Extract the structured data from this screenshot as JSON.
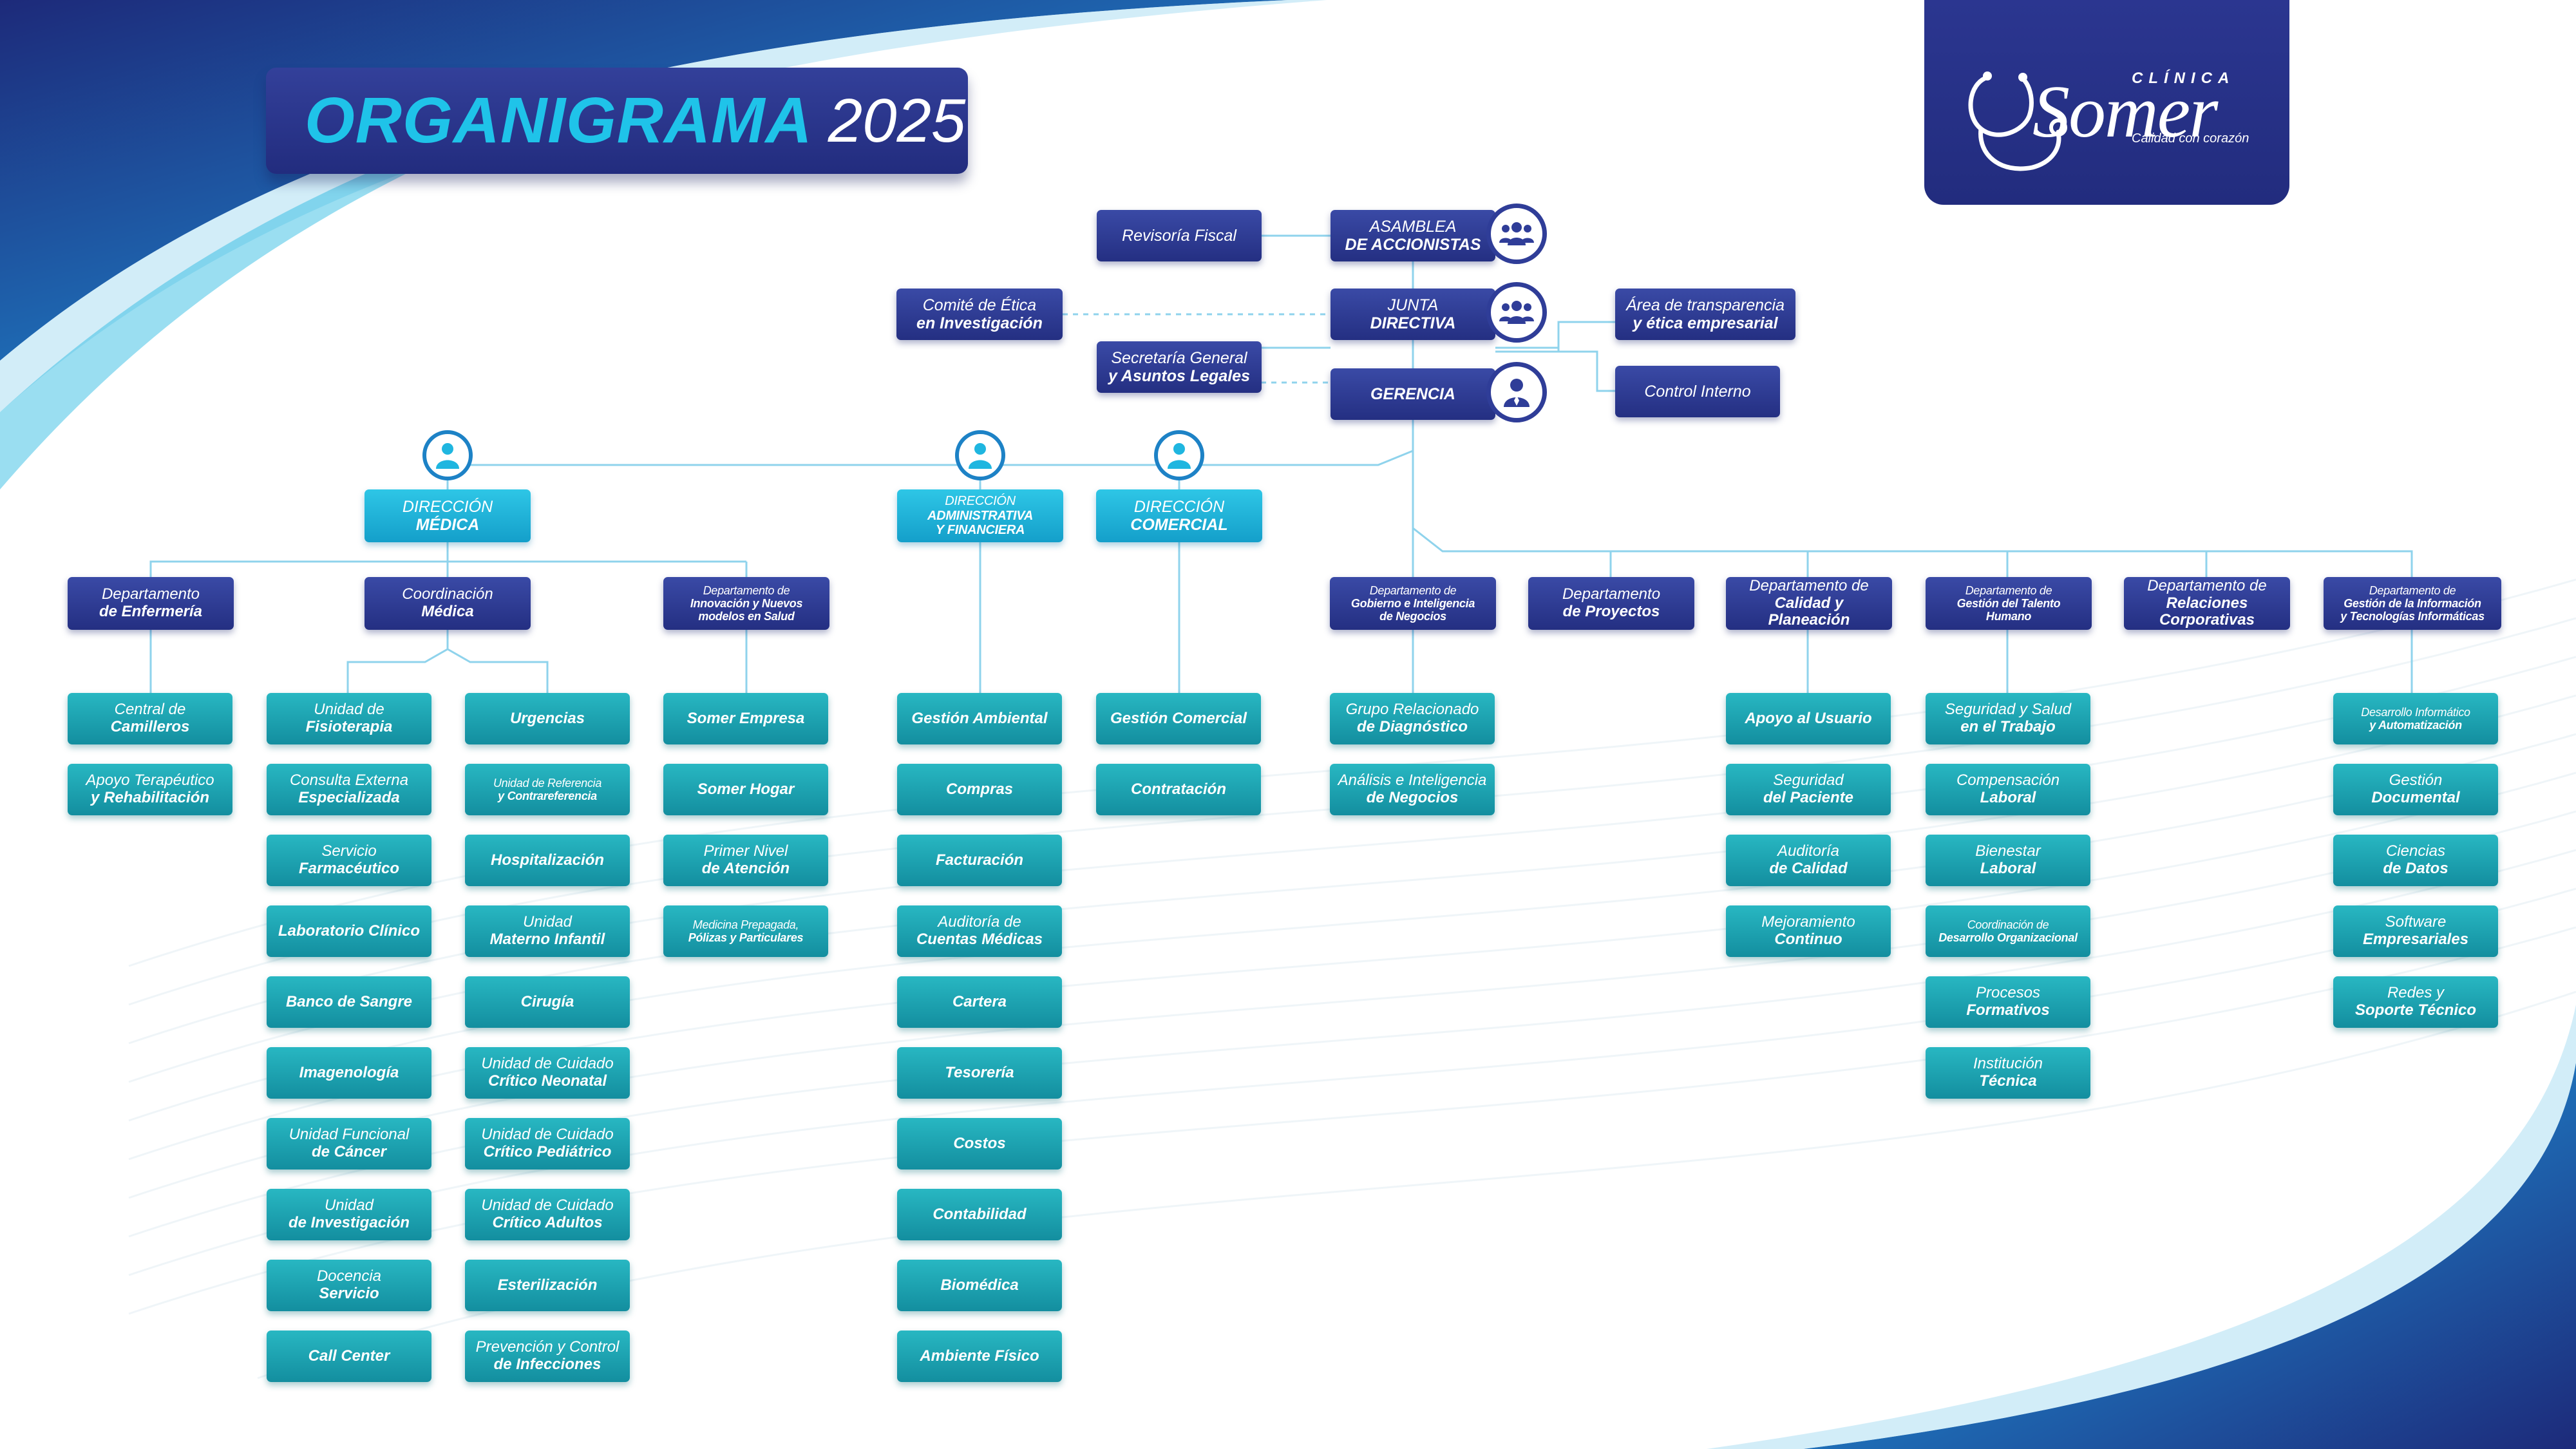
{
  "title": {
    "main": "ORGANIGRAMA",
    "year": "2025"
  },
  "logo": {
    "clinica": "CLÍNICA",
    "name": "Somer",
    "tagline": "Calidad con corazón"
  },
  "colors": {
    "navy": "#262f82",
    "cyan": "#1fb6e0",
    "teal": "#1aa3b0",
    "line": "#8fd3ec"
  },
  "top": {
    "asamblea": [
      "ASAMBLEA",
      "DE ACCIONISTAS"
    ],
    "junta": [
      "JUNTA",
      "DIRECTIVA"
    ],
    "gerencia": [
      "GERENCIA"
    ],
    "revisoria": [
      "Revisoría Fiscal"
    ],
    "comite": [
      "Comité de Ética",
      "en Investigación"
    ],
    "secretaria": [
      "Secretaría General",
      "y Asuntos Legales"
    ],
    "transparencia": [
      "Área de transparencia",
      "y ética empresarial"
    ],
    "control": [
      "Control Interno"
    ]
  },
  "directions": {
    "medica": [
      "DIRECCIÓN",
      "MÉDICA"
    ],
    "administrativa": [
      "DIRECCIÓN",
      "ADMINISTRATIVA",
      "Y FINANCIERA"
    ],
    "comercial": [
      "DIRECCIÓN",
      "COMERCIAL"
    ]
  },
  "departments": {
    "enfermeria": [
      "Departamento",
      "de Enfermería"
    ],
    "coordinacion": [
      "Coordinación",
      "Médica"
    ],
    "innovacion": [
      "Departamento de",
      "Innovación y Nuevos",
      "modelos en Salud"
    ],
    "gobierno": [
      "Departamento de",
      "Gobierno e Inteligencia",
      "de Negocios"
    ],
    "proyectos": [
      "Departamento",
      "de Proyectos"
    ],
    "calidad": [
      "Departamento de",
      "Calidad y Planeación"
    ],
    "talento": [
      "Departamento de",
      "Gestión del Talento",
      "Humano"
    ],
    "relaciones": [
      "Departamento de",
      "Relaciones",
      "Corporativas"
    ],
    "tecnologias": [
      "Departamento de",
      "Gestión de la Información",
      "y Tecnologías Informáticas"
    ]
  },
  "units": {
    "enfermeria": [
      [
        "Central de",
        "Camilleros"
      ],
      [
        "Apoyo Terapéutico",
        "y Rehabilitación"
      ]
    ],
    "coord_left": [
      [
        "Unidad de",
        "Fisioterapia"
      ],
      [
        "Consulta Externa",
        "Especializada"
      ],
      [
        "Servicio",
        "Farmacéutico"
      ],
      [
        "Laboratorio Clínico"
      ],
      [
        "Banco de Sangre"
      ],
      [
        "Imagenología"
      ],
      [
        "Unidad Funcional",
        "de Cáncer"
      ],
      [
        "Unidad",
        "de Investigación"
      ],
      [
        "Docencia",
        "Servicio"
      ],
      [
        "Call Center"
      ]
    ],
    "coord_right": [
      [
        "Urgencias"
      ],
      [
        "Unidad de Referencia",
        "y Contrareferencia"
      ],
      [
        "Hospitalización"
      ],
      [
        "Unidad",
        "Materno Infantil"
      ],
      [
        "Cirugía"
      ],
      [
        "Unidad de Cuidado",
        "Crítico Neonatal"
      ],
      [
        "Unidad de Cuidado",
        "Crítico Pediátrico"
      ],
      [
        "Unidad de Cuidado",
        "Crítico Adultos"
      ],
      [
        "Esterilización"
      ],
      [
        "Prevención y Control",
        "de Infecciones"
      ]
    ],
    "innovacion": [
      [
        "Somer Empresa"
      ],
      [
        "Somer Hogar"
      ],
      [
        "Primer Nivel",
        "de Atención"
      ],
      [
        "Medicina Prepagada,",
        "Pólizas y Particulares"
      ]
    ],
    "administrativa": [
      [
        "Gestión Ambiental"
      ],
      [
        "Compras"
      ],
      [
        "Facturación"
      ],
      [
        "Auditoría de",
        "Cuentas Médicas"
      ],
      [
        "Cartera"
      ],
      [
        "Tesorería"
      ],
      [
        "Costos"
      ],
      [
        "Contabilidad"
      ],
      [
        "Biomédica"
      ],
      [
        "Ambiente Físico"
      ]
    ],
    "comercial": [
      [
        "Gestión Comercial"
      ],
      [
        "Contratación"
      ]
    ],
    "gobierno": [
      [
        "Grupo Relacionado",
        "de Diagnóstico"
      ],
      [
        "Análisis e Inteligencia",
        "de Negocios"
      ]
    ],
    "calidad": [
      [
        "Apoyo al Usuario"
      ],
      [
        "Seguridad",
        "del Paciente"
      ],
      [
        "Auditoría",
        "de Calidad"
      ],
      [
        "Mejoramiento",
        "Continuo"
      ]
    ],
    "talento": [
      [
        "Seguridad y Salud",
        "en el Trabajo"
      ],
      [
        "Compensación",
        "Laboral"
      ],
      [
        "Bienestar",
        "Laboral"
      ],
      [
        "Coordinación de",
        "Desarrollo Organizacional"
      ],
      [
        "Procesos",
        "Formativos"
      ],
      [
        "Institución",
        "Técnica"
      ]
    ],
    "tecnologias": [
      [
        "Desarrollo Informático",
        "y Automatización"
      ],
      [
        "Gestión",
        "Documental"
      ],
      [
        "Ciencias",
        "de Datos"
      ],
      [
        "Software",
        "Empresariales"
      ],
      [
        "Redes y",
        "Soporte Técnico"
      ]
    ]
  }
}
